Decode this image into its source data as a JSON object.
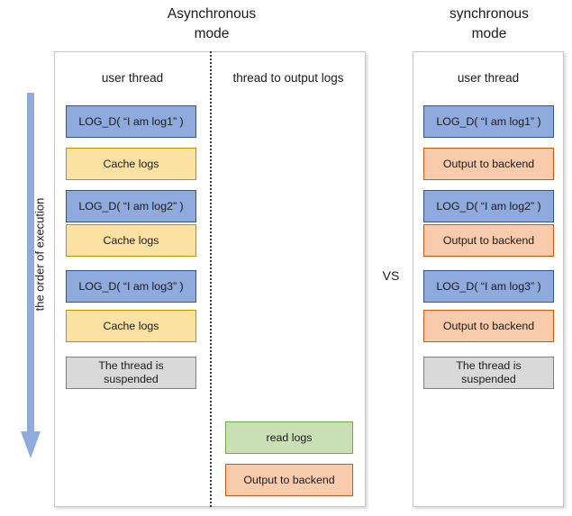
{
  "titles": {
    "async": "Asynchronous\nmode",
    "sync": "synchronous\nmode"
  },
  "vs_label": "VS",
  "order_arrow": {
    "label": "the order of execution",
    "color": "#8FAADC",
    "direction": "down"
  },
  "async_panel": {
    "columns": [
      {
        "header": "user thread",
        "steps": [
          {
            "label": "LOG_D( “I am log1” )",
            "style": "blue"
          },
          {
            "label": "Cache logs",
            "style": "yellow"
          },
          {
            "label": "LOG_D( “I am log2” )",
            "style": "blue"
          },
          {
            "label": "Cache logs",
            "style": "yellow"
          },
          {
            "label": "LOG_D( “I am log3” )",
            "style": "blue"
          },
          {
            "label": "Cache logs",
            "style": "yellow"
          },
          {
            "label": "The thread is\nsuspended",
            "style": "grey"
          }
        ]
      },
      {
        "header": "thread to output logs",
        "steps": [
          {
            "label": "read logs",
            "style": "green"
          },
          {
            "label": "Output to backend",
            "style": "orange"
          }
        ]
      }
    ]
  },
  "sync_panel": {
    "columns": [
      {
        "header": "user thread",
        "steps": [
          {
            "label": "LOG_D( “I am log1” )",
            "style": "blue"
          },
          {
            "label": "Output to backend",
            "style": "orange"
          },
          {
            "label": "LOG_D( “I am log2” )",
            "style": "blue"
          },
          {
            "label": "Output to backend",
            "style": "orange"
          },
          {
            "label": "LOG_D( “I am log3” )",
            "style": "blue"
          },
          {
            "label": "Output to backend",
            "style": "orange"
          },
          {
            "label": "The thread is\nsuspended",
            "style": "grey"
          }
        ]
      }
    ]
  },
  "palette": {
    "blue_fill": "#8FAADC",
    "blue_border": "#2F5597",
    "yellow_fill": "#FCE2A2",
    "yellow_border": "#BF9000",
    "orange_fill": "#F7CBAC",
    "orange_border": "#C55A11",
    "green_fill": "#C9E0B4",
    "green_border": "#70AD47",
    "grey_fill": "#D9D9D9",
    "grey_border": "#808080"
  }
}
